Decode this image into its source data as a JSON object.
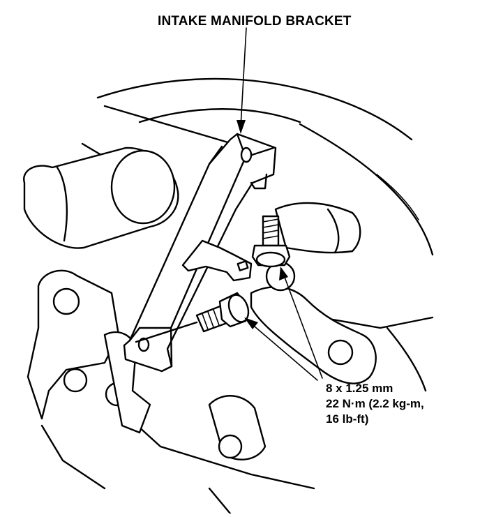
{
  "diagram": {
    "title": "INTAKE MANIFOLD BRACKET",
    "spec_lines": [
      "8 x 1.25 mm",
      "22 N·m (2.2 kg-m,",
      "16 lb-ft)"
    ]
  }
}
